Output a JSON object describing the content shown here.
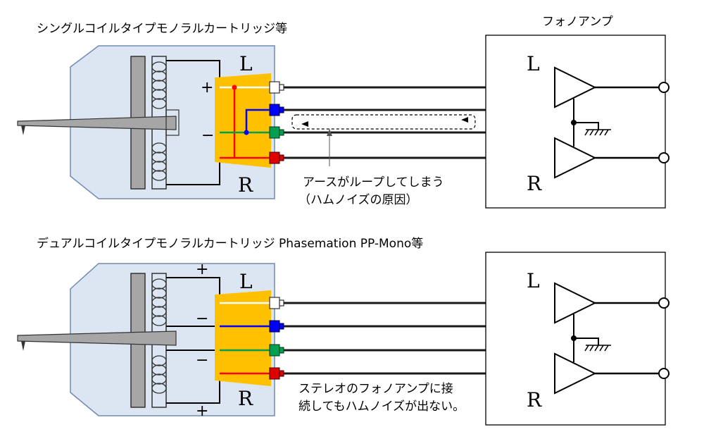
{
  "top": {
    "title": "シングルコイルタイプモノラルカートリッジ等",
    "amp_title": "フォノアンプ",
    "label_L": "L",
    "label_R": "R",
    "label_plus": "+",
    "label_minus": "−",
    "amp_L": "L",
    "amp_R": "R",
    "note_line1": "アースがループしてしまう",
    "note_line2": "（ハムノイズの原因）"
  },
  "bottom": {
    "title": "デュアルコイルタイプモノラルカートリッジ Phasemation PP-Mono等",
    "label_L": "L",
    "label_R": "R",
    "label_plus_top": "+",
    "label_minus_1": "−",
    "label_minus_2": "−",
    "label_plus_bottom": "+",
    "amp_L": "L",
    "amp_R": "R",
    "note_line1": "ステレオのフォノアンプに接",
    "note_line2": "続してもハムノイズが出ない。"
  },
  "colors": {
    "cartridge_fill": "#dce6f2",
    "cartridge_stroke": "#6f8bb0",
    "terminal_orange": "#ffc000",
    "wire_red": "#ff0000",
    "wire_blue": "#0000ff",
    "wire_green": "#00a050",
    "connector_white": "#ffffff",
    "connector_blue": "#0000ff",
    "connector_green": "#00a050",
    "connector_red": "#e00000",
    "stylus_gray": "#a6a6a6",
    "core_gray": "#a6a6a6"
  }
}
